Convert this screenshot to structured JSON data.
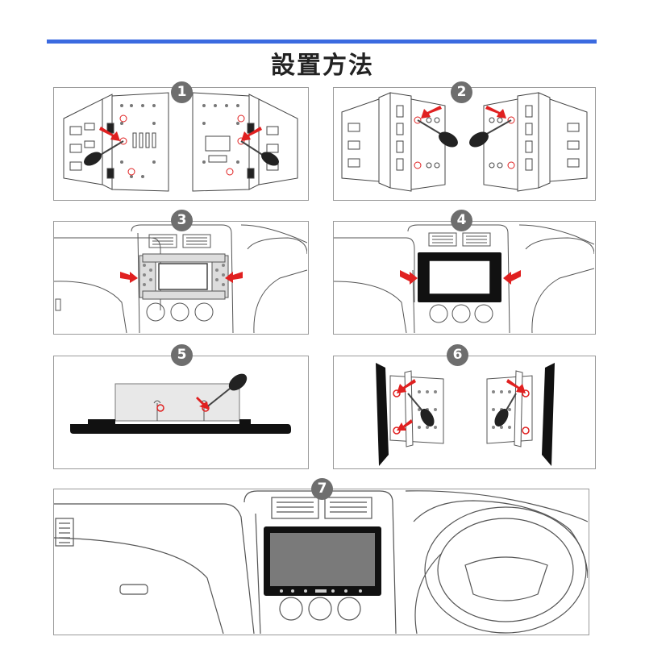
{
  "title": "設置方法",
  "colors": {
    "accent_bar": "#3b6ae0",
    "arrow": "#e02020",
    "badge": "#6e6e6e",
    "line": "#555555"
  },
  "steps": [
    {
      "number": "1"
    },
    {
      "number": "2"
    },
    {
      "number": "3"
    },
    {
      "number": "4"
    },
    {
      "number": "5"
    },
    {
      "number": "6"
    },
    {
      "number": "7"
    }
  ]
}
